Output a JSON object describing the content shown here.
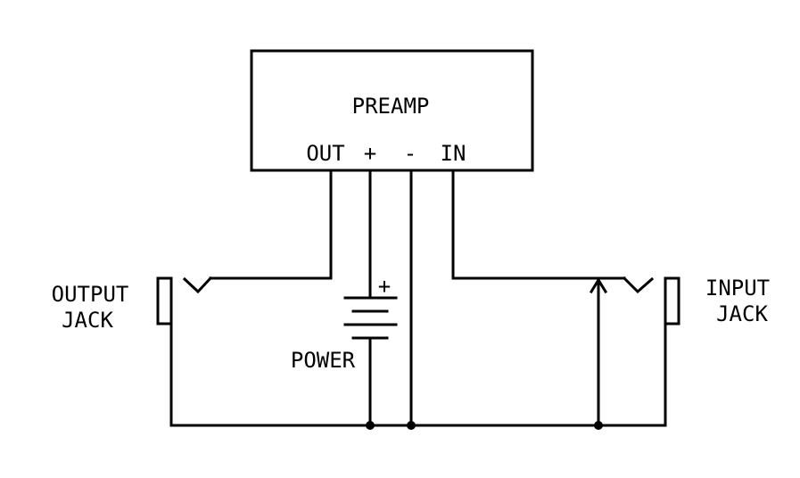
{
  "preamp": {
    "title": "PREAMP",
    "pin_out": "OUT",
    "pin_plus": "+",
    "pin_minus": "-",
    "pin_in": "IN"
  },
  "output_jack": {
    "line1": "OUTPUT",
    "line2": "JACK"
  },
  "input_jack": {
    "line1": "INPUT",
    "line2": "JACK"
  },
  "power": {
    "label": "POWER",
    "polarity": "+"
  },
  "colors": {
    "ink": "#000000",
    "background": "#ffffff"
  }
}
